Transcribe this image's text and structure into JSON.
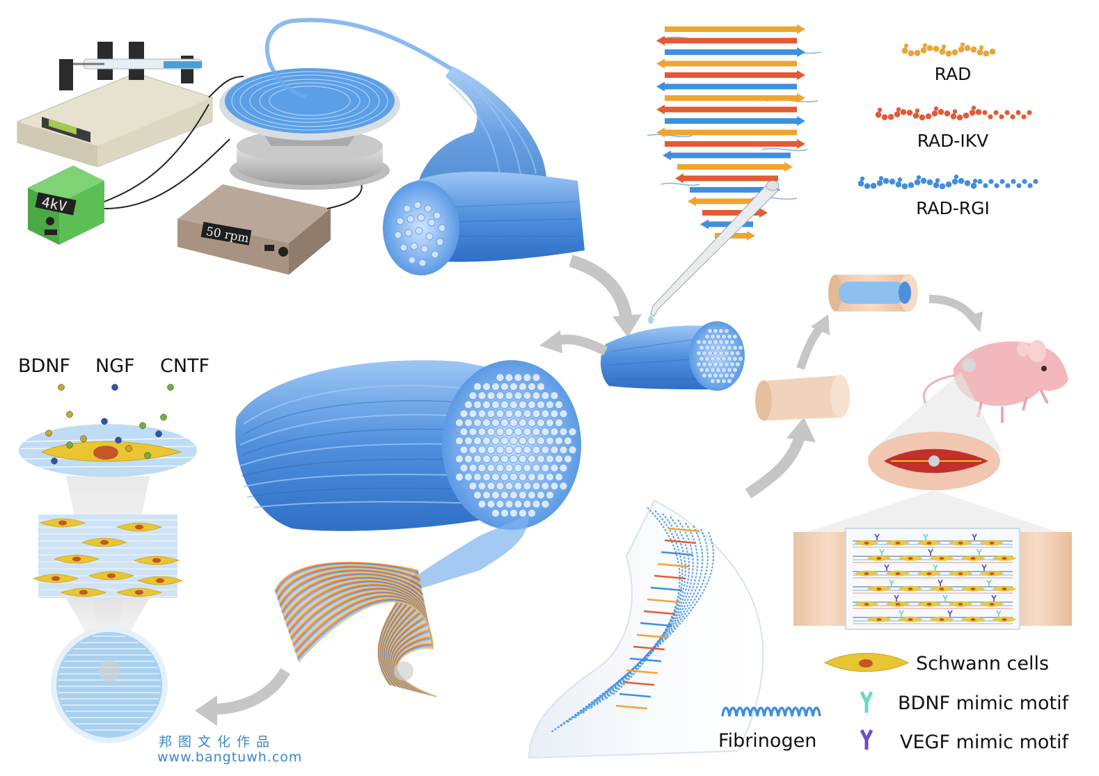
{
  "devices": {
    "voltage_display": "4kV",
    "speed_display": "50 rpm"
  },
  "growth_factors": [
    "BDNF",
    "NGF",
    "CNTF"
  ],
  "peptides": [
    "RAD",
    "RAD-IKV",
    "RAD-RGI"
  ],
  "legend": {
    "schwann": "Schwann cells",
    "bdnf_motif": "BDNF mimic motif",
    "vegf_motif": "VEGF mimic motif",
    "fibrinogen": "Fibrinogen"
  },
  "watermark": {
    "line1": "邦图文化作品",
    "line2": "www.bangtuwh.com"
  },
  "colors": {
    "fiber_blue": "#4f8fdc",
    "rad": "#eea530",
    "rad_ikv": "#e35a35",
    "rad_rgi": "#3f8fe0",
    "schwann": "#e8c531",
    "bdnf_motif": "#6fd8c8",
    "vegf_motif": "#6a4fc9"
  }
}
